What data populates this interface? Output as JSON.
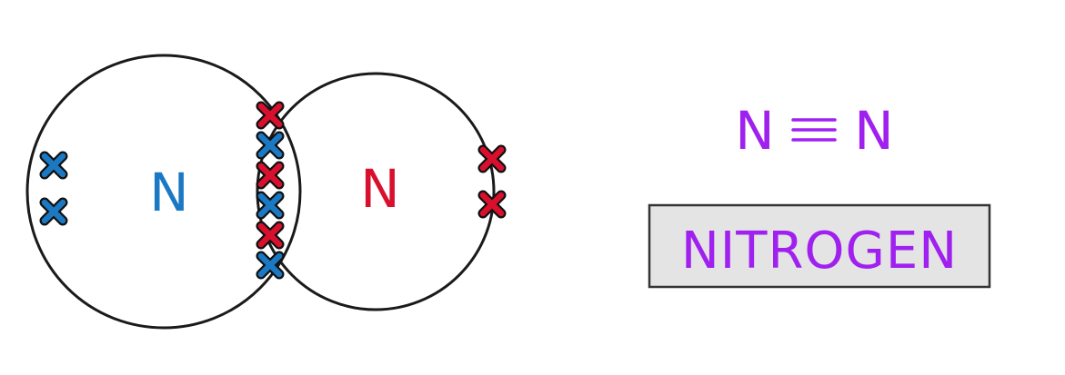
{
  "diagram": {
    "left_atom": {
      "symbol": "N",
      "color": "#1b79c4"
    },
    "right_atom": {
      "symbol": "N",
      "color": "#d8102e"
    },
    "left_electron_color": "#1b79c4",
    "right_electron_color": "#d8102e",
    "shared_pairs_order": [
      "right",
      "left",
      "right",
      "left",
      "right",
      "left"
    ],
    "left_lone_pair_count": 2,
    "right_lone_pair_count": 2
  },
  "formula": {
    "left_symbol": "N",
    "bond": "≡",
    "right_symbol": "N",
    "color": "#a020f0"
  },
  "name_box": {
    "label": "NITROGEN",
    "text_color": "#a020f0",
    "background": "#e4e4e4"
  }
}
